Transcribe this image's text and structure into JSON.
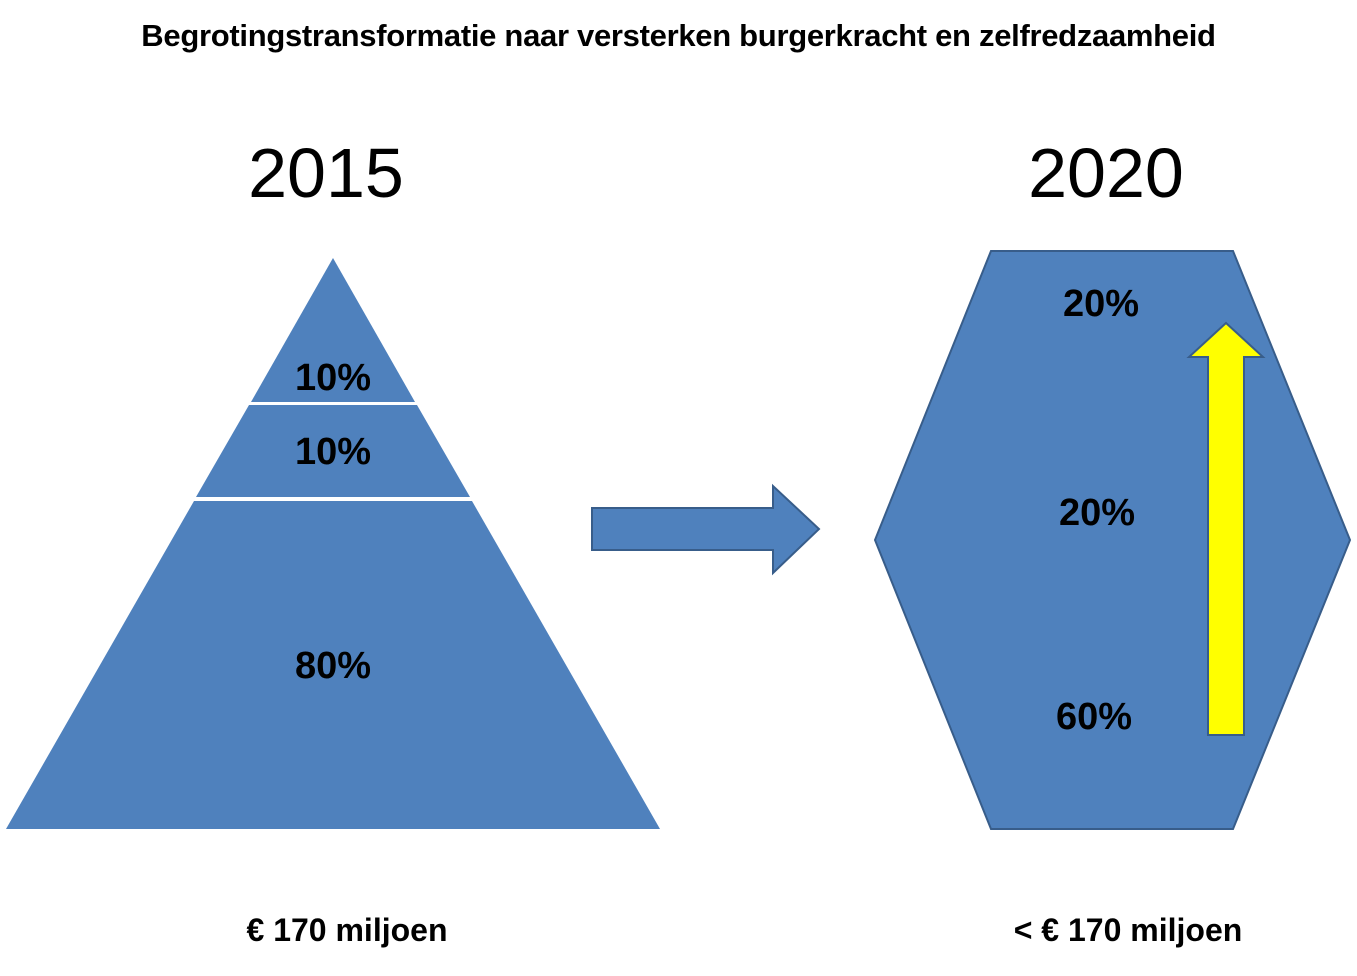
{
  "title": "Begrotingstransformatie naar versterken burgerkracht en zelfredzaamheid",
  "left": {
    "year": "2015",
    "segments": [
      {
        "label": "10%"
      },
      {
        "label": "10%"
      },
      {
        "label": "80%"
      }
    ],
    "budget": "€ 170 miljoen"
  },
  "right": {
    "year": "2020",
    "segments": [
      {
        "label": "20%"
      },
      {
        "label": "20%"
      },
      {
        "label": "60%"
      }
    ],
    "budget": "< € 170 miljoen"
  },
  "colors": {
    "shape_fill": "#4f81bd",
    "shape_stroke": "#385d8a",
    "divider": "#ffffff",
    "arrow_fill": "#ffff00",
    "arrow_stroke": "#385d8a"
  }
}
